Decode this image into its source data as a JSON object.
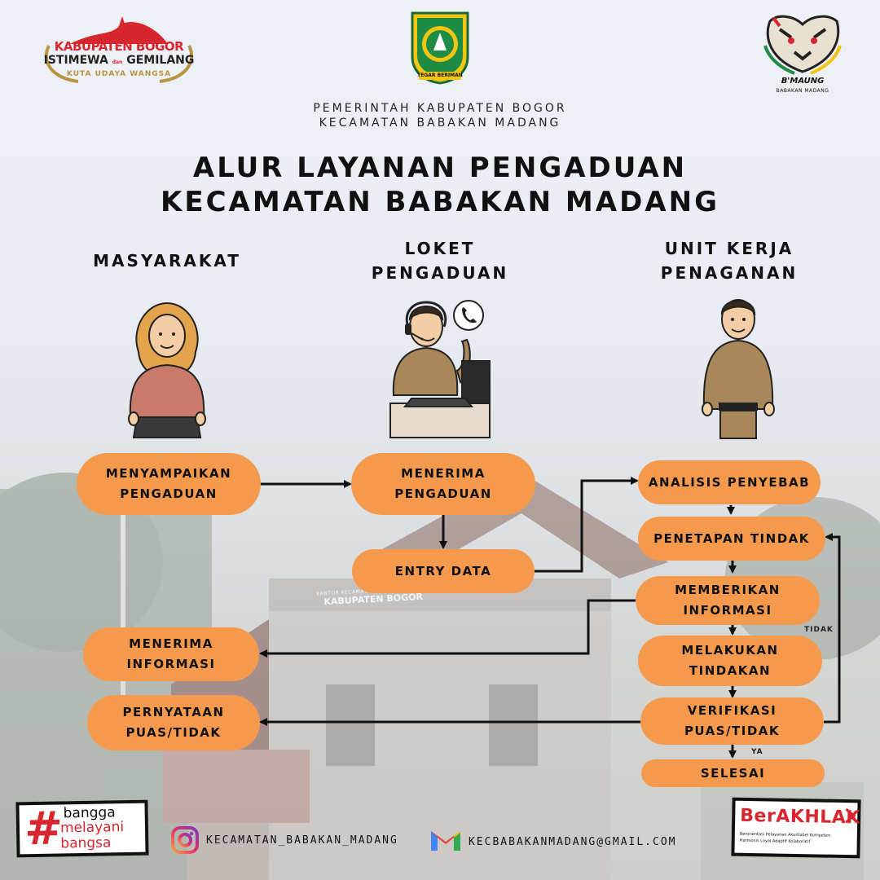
{
  "header": {
    "logo_left": {
      "line1": "KABUPATEN BOGOR",
      "line2a": "ISTIMEWA",
      "line2b": "dan",
      "line2c": "GEMILANG",
      "line3": "KUTA UDAYA WANGSA"
    },
    "logo_center": {
      "ribbon": "TEGAR BERIMAN"
    },
    "logo_right": {
      "name": "B'MAUNG",
      "sub": "BABAKAN MADANG"
    },
    "gov_line1": "PEMERINTAH KABUPATEN BOGOR",
    "gov_line2": "KECAMATAN BABAKAN MADANG"
  },
  "title": {
    "line1": "ALUR LAYANAN PENGADUAN",
    "line2": "KECAMATAN BABAKAN MADANG"
  },
  "columns": {
    "masyarakat": "MASYARAKAT",
    "loket_1": "LOKET",
    "loket_2": "PENGADUAN",
    "unit_1": "UNIT KERJA",
    "unit_2": "PENAGANAN"
  },
  "steps": {
    "menyampaikan_1": "MENYAMPAIKAN",
    "menyampaikan_2": "PENGADUAN",
    "menerima_pengaduan_1": "MENERIMA",
    "menerima_pengaduan_2": "PENGADUAN",
    "entry_data": "ENTRY DATA",
    "analisis": "ANALISIS PENYEBAB",
    "penetapan": "PENETAPAN TINDAK",
    "memberikan_1": "MEMBERIKAN",
    "memberikan_2": "INFORMASI",
    "melakukan_1": "MELAKUKAN",
    "melakukan_2": "TINDAKAN",
    "verifikasi_1": "VERIFIKASI",
    "verifikasi_2": "PUAS/TIDAK",
    "selesai": "SELESAI",
    "menerima_info_1": "MENERIMA",
    "menerima_info_2": "INFORMASI",
    "pernyataan_1": "PERNYATAAN",
    "pernyataan_2": "PUAS/TIDAK"
  },
  "labels": {
    "tidak": "TIDAK",
    "ya": "YA"
  },
  "building_sign": {
    "line1": "KANTOR KECAMATAN BABAKAN MADANG",
    "line2": "KABUPATEN BOGOR"
  },
  "footer": {
    "bangga_1": "bangga",
    "bangga_2": "melayani",
    "bangga_3": "bangsa",
    "instagram": "KECAMATAN_BABAKAN_MADANG",
    "email": "KECBABAKANMADANG@GMAIL.COM",
    "berakhlak": "BerAKHLAK",
    "berakhlak_sub1": "Berorientasi Pelayanan Akuntabel Kompeten",
    "berakhlak_sub2": "Harmonis Loyal Adaptif Kolaboratif"
  },
  "colors": {
    "pill": "#f59a4c",
    "text": "#111111",
    "accent_red": "#d7262e"
  }
}
